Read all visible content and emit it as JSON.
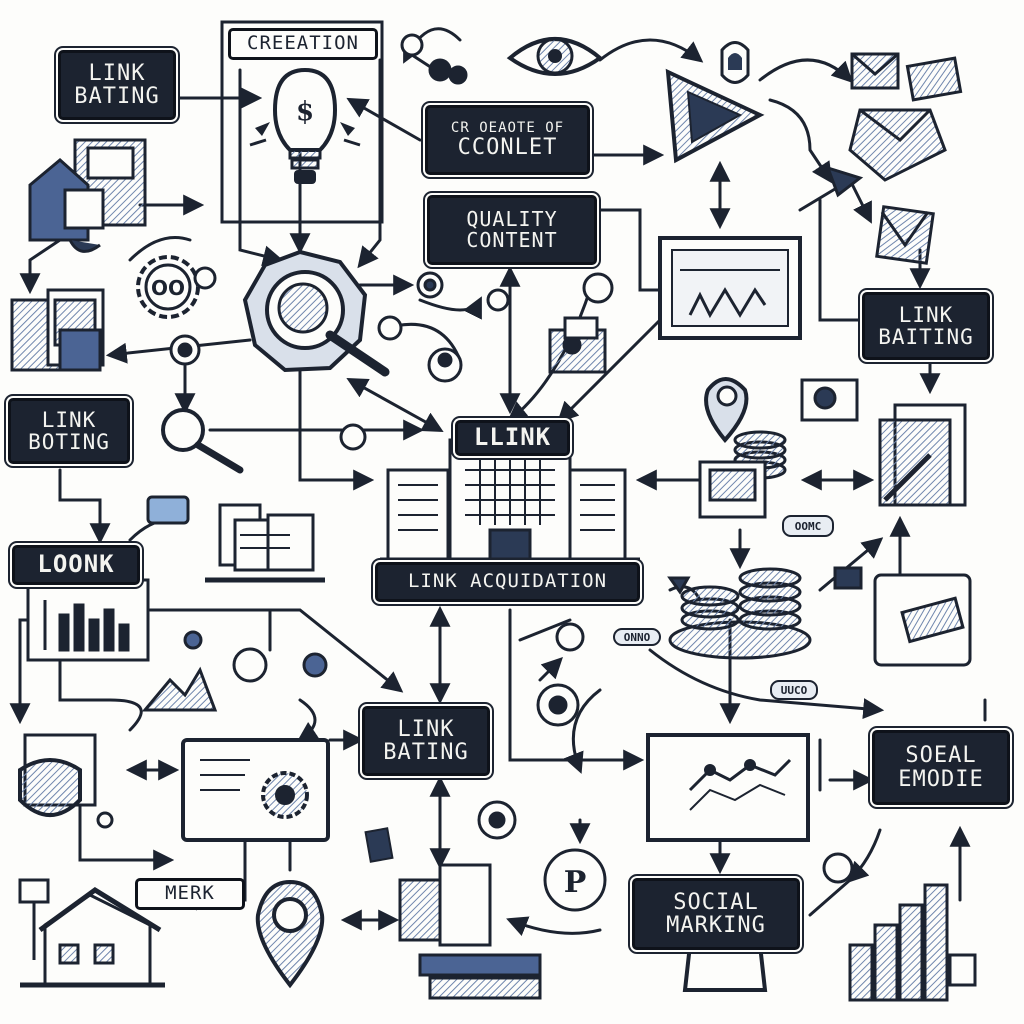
{
  "labels": {
    "creation": "CREEATION",
    "link_bating_top": [
      "LINK",
      "BATING"
    ],
    "create_content": [
      "CR OEAOTE OF",
      "CCONLET"
    ],
    "quality_content": [
      "QUALITY",
      "CONTENT"
    ],
    "link_baiting_right": [
      "LINK",
      "BAITING"
    ],
    "link_boting": [
      "LINK",
      "BOTING"
    ],
    "loonk": "LOONK",
    "link_center": "LLINK",
    "link_acquisition": "LINK ACQUIDATION",
    "link_bating_center": [
      "LINK",
      "BATING"
    ],
    "social_emodie": [
      "SOEAL",
      "EMODIE"
    ],
    "merk": "MERK",
    "social_marking": [
      "SOCIAL",
      "MARKING"
    ]
  },
  "tags": {
    "tag_right": "OOMC",
    "tag_mid": "ONNO",
    "tag_low": "UUCO"
  },
  "icons": [
    "eye-icon",
    "lightbulb-icon",
    "gear-icon",
    "magnifier-icon",
    "envelope-icon",
    "play-triangle-icon",
    "monitor-chart-icon",
    "building-icon",
    "coin-stack-icon",
    "map-pin-icon",
    "shield-icon",
    "house-icon",
    "books-icon",
    "bar-chart-icon",
    "laptop-icon",
    "document-icon"
  ],
  "colors": {
    "ink": "#1c2330",
    "accent": "#3d5a8a",
    "paper": "#fdfdfb"
  }
}
